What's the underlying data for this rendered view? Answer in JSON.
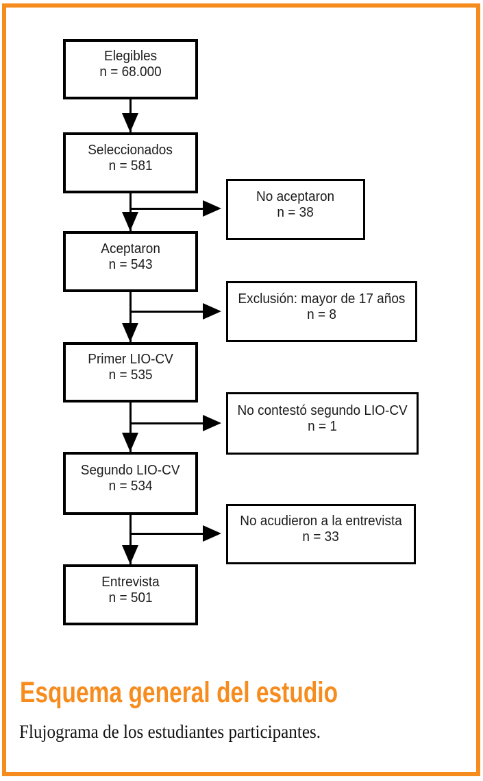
{
  "figure": {
    "title": "Esquema general del estudio",
    "caption": "Flujograma de los estudiantes participantes.",
    "accent_color": "#f78c1e",
    "line_color": "#000000"
  },
  "flowchart": {
    "main_nodes": [
      {
        "label": "Elegibles",
        "n": "n = 68.000"
      },
      {
        "label": "Seleccionados",
        "n": "n = 581"
      },
      {
        "label": "Aceptaron",
        "n": "n = 543"
      },
      {
        "label": "Primer LIO-CV",
        "n": "n = 535"
      },
      {
        "label": "Segundo LIO-CV",
        "n": "n = 534"
      },
      {
        "label": "Entrevista",
        "n": "n = 501"
      }
    ],
    "side_nodes": [
      {
        "label": "No aceptaron",
        "n": "n = 38"
      },
      {
        "label": "Exclusión: mayor de 17 años",
        "n": "n = 8"
      },
      {
        "label": "No contestó segundo LIO-CV",
        "n": "n = 1"
      },
      {
        "label": "No acudieron a la entrevista",
        "n": "n = 33"
      }
    ],
    "edges": [
      {
        "from": "Elegibles",
        "to": "Seleccionados"
      },
      {
        "from": "Seleccionados",
        "to": "Aceptaron",
        "branch": "No aceptaron"
      },
      {
        "from": "Aceptaron",
        "to": "Primer LIO-CV",
        "branch": "Exclusión: mayor de 17 años"
      },
      {
        "from": "Primer LIO-CV",
        "to": "Segundo LIO-CV",
        "branch": "No contestó segundo LIO-CV"
      },
      {
        "from": "Segundo LIO-CV",
        "to": "Entrevista",
        "branch": "No acudieron a la entrevista"
      }
    ]
  }
}
